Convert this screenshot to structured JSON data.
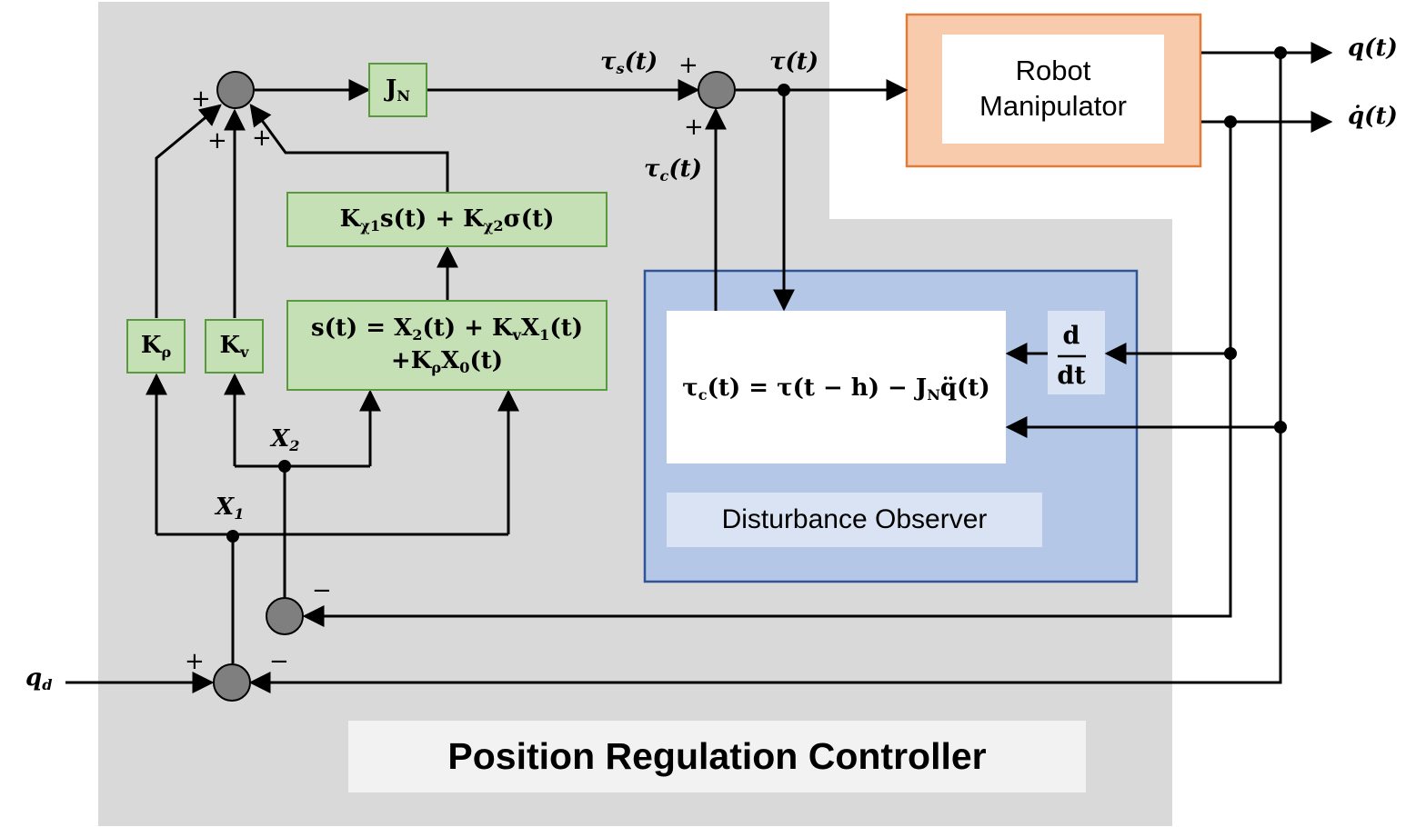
{
  "regions": {
    "controller_title": "Position Regulation Controller",
    "observer_title": "Disturbance Observer"
  },
  "blocks": {
    "robot": {
      "line1": "Robot",
      "line2": "Manipulator"
    },
    "jn": {
      "base": "J",
      "sub": "N"
    },
    "k_rho": {
      "base": "K",
      "sub": "ρ"
    },
    "k_v": {
      "base": "K",
      "sub": "v"
    },
    "k_chi": {
      "k1": "K",
      "k1_sub": "χ1",
      "t1": "s(t) + ",
      "k2": "K",
      "k2_sub": "χ2",
      "t2": "σ(t)"
    },
    "s_def": {
      "l1_a": "s(t) = X",
      "l1_a_sub": "2",
      "l1_b": "(t) + K",
      "l1_b_sub": "v",
      "l1_c": "X",
      "l1_c_sub": "1",
      "l1_d": "(t)",
      "l2_a": "+K",
      "l2_a_sub": "ρ",
      "l2_b": "X",
      "l2_b_sub": "0",
      "l2_c": "(t)"
    },
    "observer_eq": {
      "a": "τ",
      "a_sub": "c",
      "b": "(t) = τ(t − h) − J",
      "b_sub": "N",
      "c": "q̈(t)"
    },
    "derivative": {
      "num": "d",
      "den": "dt"
    }
  },
  "signals": {
    "tau_s": {
      "base": "τ",
      "sub": "s",
      "arg": "(t)"
    },
    "tau": "τ(t)",
    "tau_c": {
      "base": "τ",
      "sub": "c",
      "arg": "(t)"
    },
    "q": "q(t)",
    "qdot": "q̇(t)",
    "qd": {
      "base": "q",
      "sub": "d"
    },
    "x1": {
      "base": "X",
      "sub": "1"
    },
    "x2": {
      "base": "X",
      "sub": "2"
    }
  },
  "signs": {
    "sum1_plus_a": "+",
    "sum1_plus_b": "+",
    "sum1_plus_c": "+",
    "sum2_plus_top": "+",
    "sum2_plus_bottom": "+",
    "sum3_minus": "−",
    "sum4_plus": "+",
    "sum4_minus": "−"
  },
  "colors": {
    "controller_bg": "#d9d9d9",
    "green_block": "#c5e0b4",
    "green_border": "#5a9a3e",
    "robot_fill": "#f8cbad",
    "robot_border": "#e07b39",
    "observer_fill": "#b4c7e7",
    "observer_border": "#2f5597",
    "sum_fill": "#7f7f7f"
  }
}
